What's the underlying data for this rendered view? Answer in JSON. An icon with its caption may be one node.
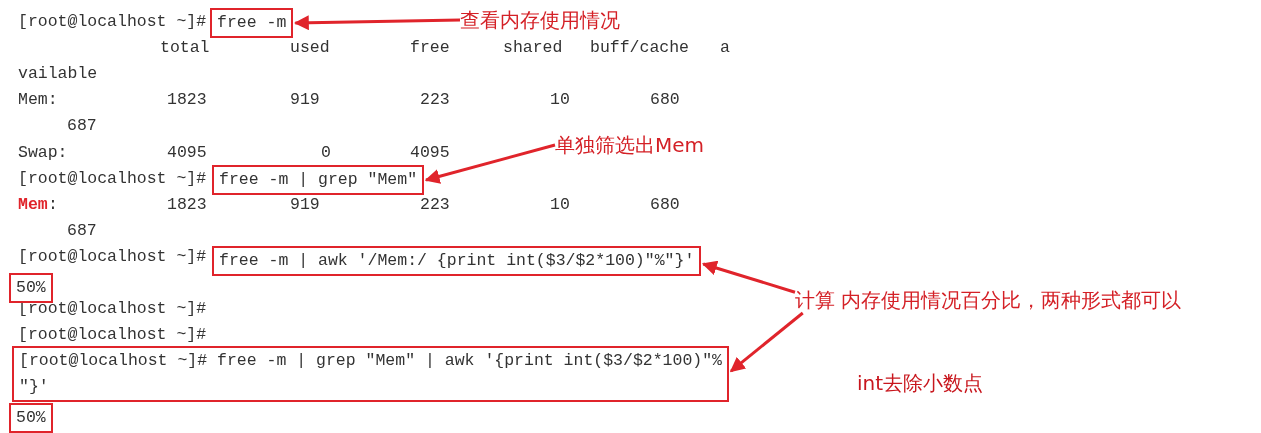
{
  "diagram": {
    "nodes": [
      {
        "text": [
          "free -m"
        ]
      },
      {
        "text": [
          "查看内存使用情况"
        ]
      },
      {
        "text": [
          "free -m | grep \"Mem\""
        ]
      },
      {
        "text": [
          "单独筛选出Mem"
        ]
      },
      {
        "text": [
          "free -m | awk '/Mem:/ {print int($3/$2*100)\"%\"}'"
        ]
      },
      {
        "text": [
          "50%"
        ]
      },
      {
        "text": [
          "计算 内存使用情况百分比，两种形式都可以"
        ]
      },
      {
        "text": [
          "[root@localhost ~]# free -m | grep \"Mem\" | awk '{print int($3/$2*100)\"%",
          "\"}'"
        ]
      },
      {
        "text": [
          "50%"
        ]
      }
    ],
    "edges": [
      {
        "from": 1,
        "to": 0,
        "arrow": "to"
      },
      {
        "from": 3,
        "to": 2,
        "arrow": "to"
      },
      {
        "from": 6,
        "to": 4,
        "arrow": "to"
      },
      {
        "from": 6,
        "to": 7,
        "arrow": "to"
      }
    ],
    "labels": [
      "[root@localhost ~]#",
      "total",
      "used",
      "free",
      "shared",
      "buff/cache",
      "a",
      "vailable",
      "Mem:",
      "1823",
      "919",
      "223",
      "10",
      "680",
      "687",
      "Swap:",
      "4095",
      "0",
      "4095",
      "[root@localhost ~]#",
      "Mem",
      ":",
      "1823",
      "919",
      "223",
      "10",
      "680",
      "687",
      "[root@localhost ~]#",
      "[root@localhost ~]#",
      "[root@localhost ~]#",
      "int去除小数点"
    ]
  }
}
